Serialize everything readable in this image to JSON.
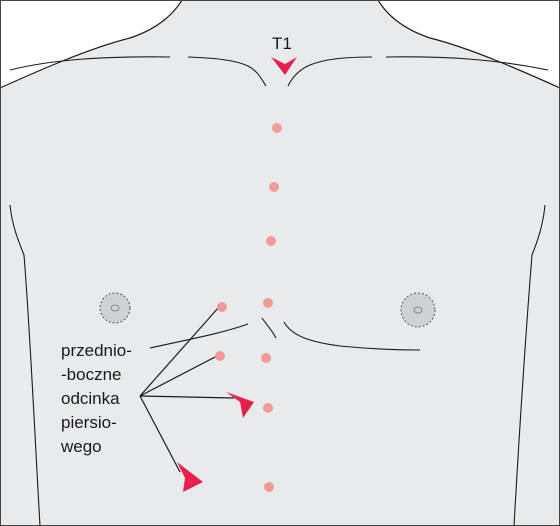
{
  "labels": {
    "t1": "T1",
    "annotation_lines": [
      "przednio-",
      "-boczne",
      "odcinka",
      "piersio-",
      "wego"
    ]
  },
  "colors": {
    "body_fill": "#e9eaec",
    "outline": "#1a1a1a",
    "dot": "#f29a9a",
    "arrow": "#e8204f",
    "nipple_fill": "#cfd1d4",
    "frame": "#444444"
  },
  "icons": {
    "marker": "dot",
    "pointer": "arrowhead"
  }
}
